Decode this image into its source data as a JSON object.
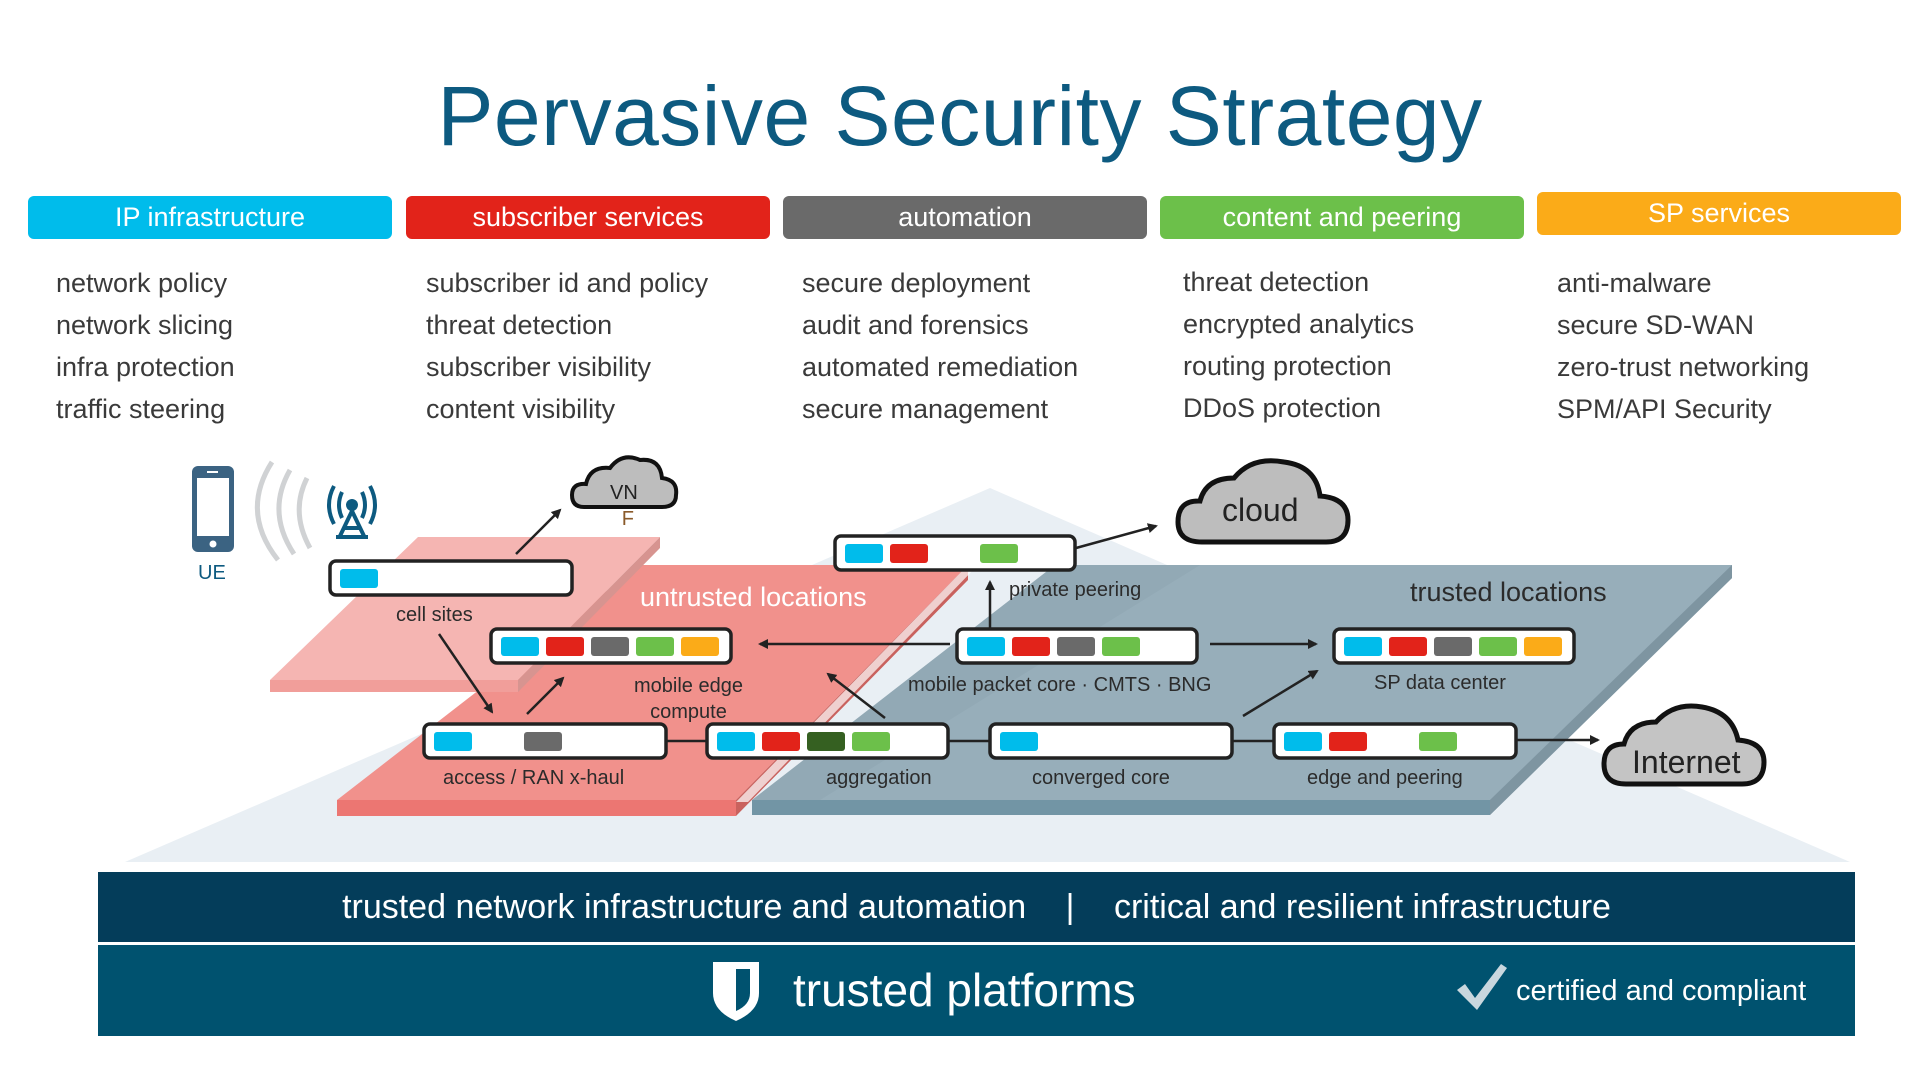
{
  "title": "Pervasive Security Strategy",
  "columns": [
    {
      "header": "IP infrastructure",
      "color": "#00bceb",
      "items": [
        "network policy",
        "network slicing",
        "infra protection",
        "traffic steering"
      ]
    },
    {
      "header": "subscriber services",
      "color": "#e2231a",
      "items": [
        "subscriber id and policy",
        "threat detection",
        "subscriber visibility",
        "content visibility"
      ]
    },
    {
      "header": "automation",
      "color": "#6a6a6a",
      "items": [
        "secure deployment",
        "audit and forensics",
        "automated remediation",
        "secure management"
      ]
    },
    {
      "header": "content and peering",
      "color": "#6cc04a",
      "items": [
        "threat detection",
        "encrypted analytics",
        "routing protection",
        "DDoS protection"
      ]
    },
    {
      "header": "SP services",
      "color": "#fbab18",
      "items": [
        "anti-malware",
        "secure SD-WAN",
        "zero-trust networking",
        "SPM/API Security"
      ]
    }
  ],
  "diagram": {
    "ue_label": "UE",
    "vnf_label_line1": "VN",
    "vnf_label_line2": "F",
    "cloud_label": "cloud",
    "internet_label": "Internet",
    "untrusted_label": "untrusted locations",
    "trusted_label": "trusted locations",
    "nodes": {
      "cell_sites": {
        "label": "cell sites",
        "chips": [
          "blue"
        ]
      },
      "mobile_edge": {
        "label_line1": "mobile edge",
        "label_line2": "compute",
        "chips": [
          "blue",
          "red",
          "gray",
          "green",
          "orange"
        ]
      },
      "access": {
        "label": "access / RAN x-haul",
        "chips": [
          "blue",
          "gray"
        ]
      },
      "aggregation": {
        "label": "aggregation",
        "chips": [
          "blue",
          "red",
          "darkgreen",
          "green"
        ]
      },
      "private_peering": {
        "label": "private peering",
        "chips": [
          "blue",
          "red",
          "green"
        ]
      },
      "packet_core": {
        "label": "mobile packet core · CMTS · BNG",
        "chips": [
          "blue",
          "red",
          "gray",
          "green"
        ]
      },
      "converged_core": {
        "label": "converged core",
        "chips": [
          "blue"
        ]
      },
      "data_center": {
        "label": "SP data center",
        "chips": [
          "blue",
          "red",
          "gray",
          "green",
          "orange"
        ]
      },
      "edge_peering": {
        "label": "edge and peering",
        "chips": [
          "blue",
          "red",
          "green"
        ]
      }
    },
    "chip_colors": {
      "blue": "#00bceb",
      "red": "#e2231a",
      "gray": "#6a6a6a",
      "green": "#6cc04a",
      "darkgreen": "#356021",
      "orange": "#fbab18"
    }
  },
  "bands": {
    "top_left": "trusted network infrastructure and automation",
    "separator": "|",
    "top_right": "critical and resilient infrastructure",
    "platforms": "trusted platforms",
    "certified": "certified and compliant"
  }
}
